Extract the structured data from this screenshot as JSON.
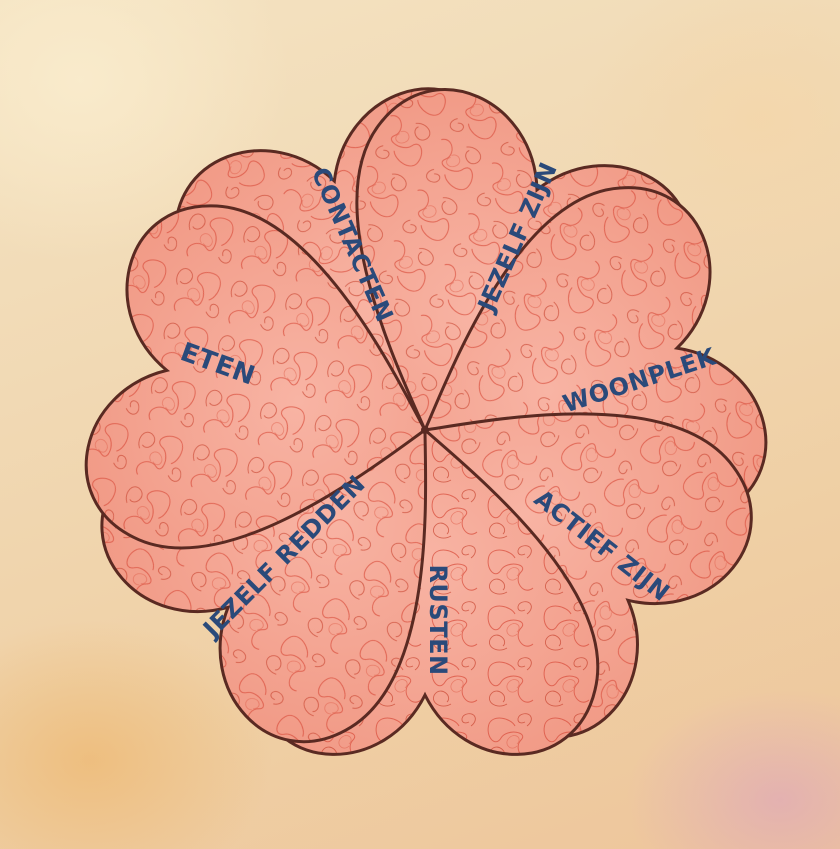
{
  "flower": {
    "petals": {
      "contacten": "CONTACTEN",
      "jezelf_zijn": "JEZELF ZIJN",
      "woonplek": "WOONPLEK",
      "actief_zijn": "ACTIEF ZIJN",
      "rusten": "RUSTEN",
      "jezelf_redden": "JEZELF REDDEN",
      "eten": "ETEN"
    },
    "colors": {
      "petal_fill": "#f6a898",
      "petal_outline": "#5a2a22",
      "scribble": "#d9503e",
      "label_text": "#2a4a7a"
    }
  }
}
